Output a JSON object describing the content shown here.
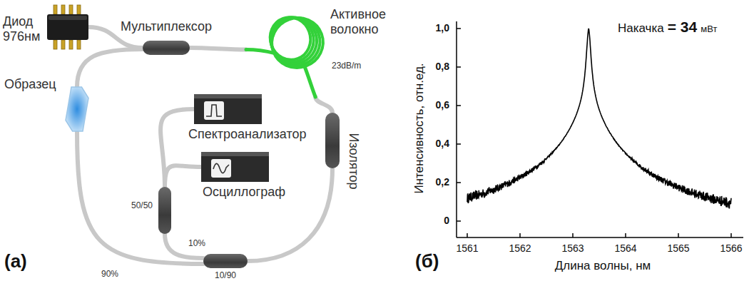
{
  "diagram": {
    "nodes": [
      {
        "text": [
          "Диод 976нм"
        ]
      },
      {
        "text": [
          "Мультиплексор"
        ]
      },
      {
        "text": [
          "Активное волокно",
          "23dB/m"
        ]
      },
      {
        "text": [
          "Изолятор"
        ]
      },
      {
        "text": [
          "10/90"
        ]
      },
      {
        "text": [
          "50/50"
        ]
      },
      {
        "text": [
          "Спектроанализатор"
        ]
      },
      {
        "text": [
          "Осциллограф"
        ]
      },
      {
        "text": [
          "Образец"
        ]
      }
    ],
    "edges": [
      {
        "from": 0,
        "to": 1,
        "arrow": "none"
      },
      {
        "from": 1,
        "to": 2,
        "arrow": "none"
      },
      {
        "from": 2,
        "to": 3,
        "arrow": "none"
      },
      {
        "from": 3,
        "to": 4,
        "arrow": "none"
      },
      {
        "from": 4,
        "to": 8,
        "label": "90%",
        "arrow": "none"
      },
      {
        "from": 8,
        "to": 1,
        "arrow": "none"
      },
      {
        "from": 4,
        "to": 5,
        "label": "10%",
        "arrow": "none"
      },
      {
        "from": 5,
        "to": 6,
        "arrow": "none"
      },
      {
        "from": 5,
        "to": 7,
        "arrow": "none"
      }
    ],
    "labels": [
      "(а)",
      "(б)",
      "0",
      "0,2",
      "0,4",
      "0,6",
      "0,8",
      "1,0",
      "1561",
      "1562",
      "1563",
      "1564",
      "1565",
      "1566",
      "Интенсивность, отн.ед.",
      "Длина волны, нм",
      "Накачка",
      "= 34",
      "мВт"
    ]
  }
}
